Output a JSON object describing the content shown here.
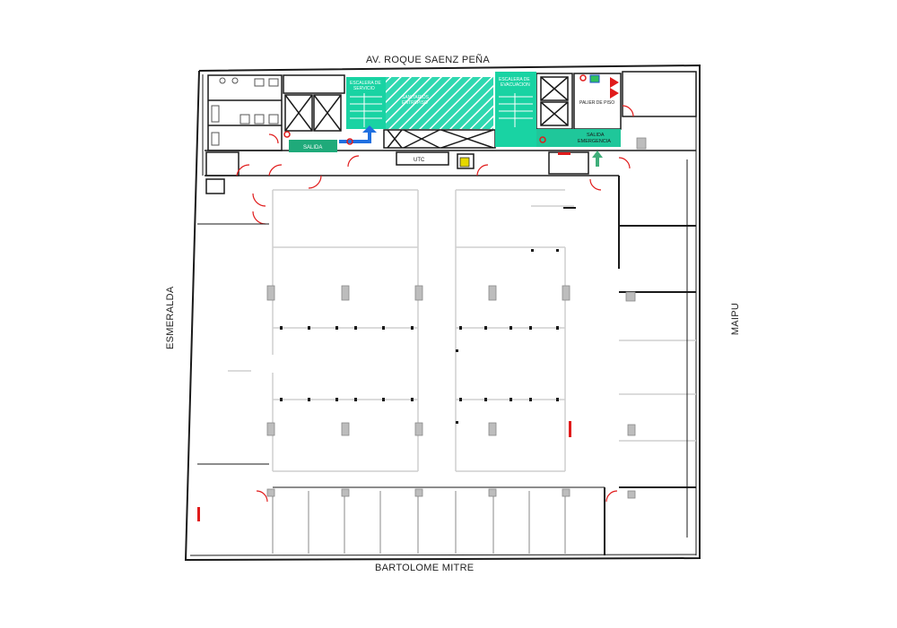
{
  "streets": {
    "top": "AV. ROQUE SAENZ PEÑA",
    "bottom": "BARTOLOME MITRE",
    "left": "ESMERALDA",
    "right": "MAIPU"
  },
  "rooms": {
    "service_stair_line1": "ESCALERA DE",
    "service_stair_line2": "SERVICIO",
    "restrooms_line1": "SANITARIOS",
    "restrooms_line2": "ENTREPISO",
    "evac_stair_line1": "ESCALERA DE",
    "evac_stair_line2": "EVACUACION",
    "landing": "PALIER DE PISO",
    "exit": "SALIDA",
    "emergency_exit_line1": "SALIDA",
    "emergency_exit_line2": "EMERGENCIA",
    "utc": "UTC"
  },
  "colors": {
    "wall": "#1a1a1a",
    "thin_line": "#888888",
    "grid_line": "#cfcfcf",
    "green_fill": "#19d3a3",
    "exit_fill": "#1faa7a",
    "door_red": "#e01b1b",
    "arrow_blue": "#1f6fe0",
    "arrow_green": "#3fae7a",
    "column_gray": "#bdbdbd"
  }
}
